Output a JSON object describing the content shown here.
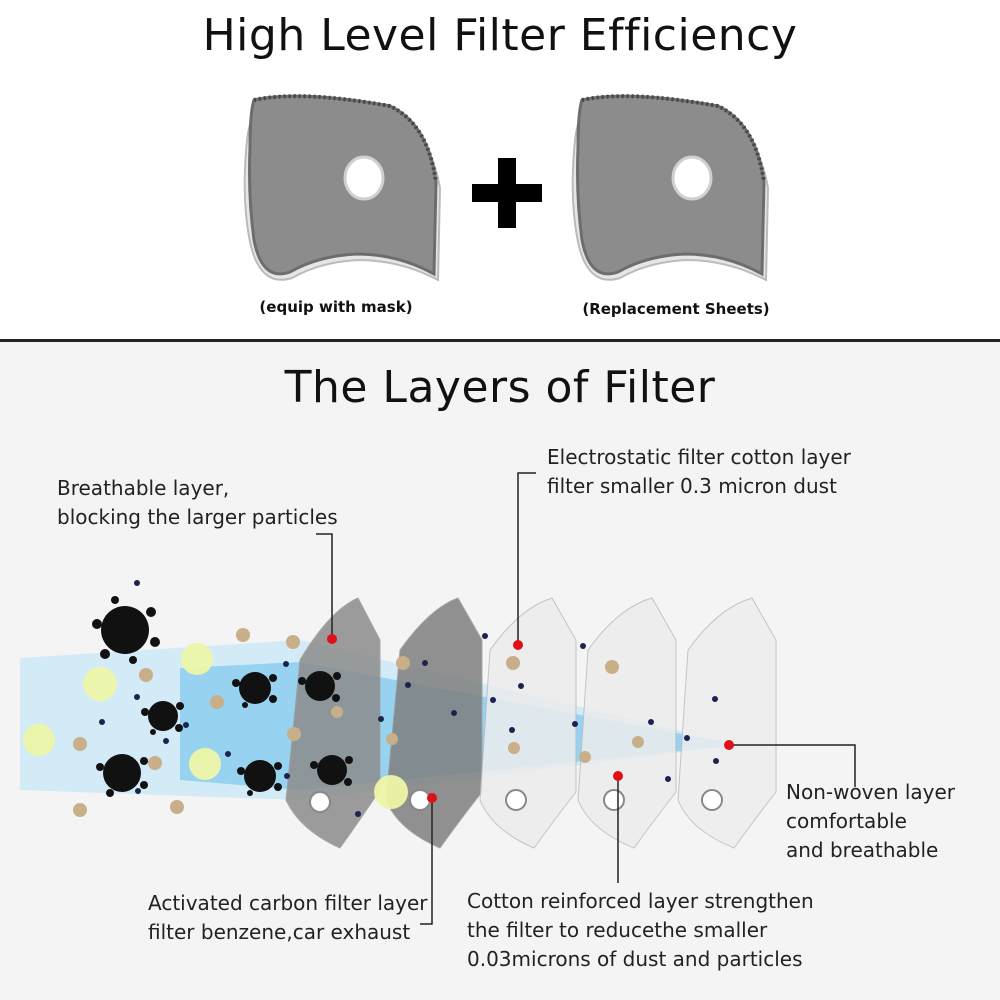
{
  "header": {
    "title": "High Level Filter Efficiency",
    "caption_left": "(equip with mask)",
    "caption_right": "(Replacement  Sheets)"
  },
  "layers": {
    "title": "The Layers of Filter",
    "breathable": [
      "Breathable layer,",
      "blocking the larger particles"
    ],
    "electrostatic": [
      "Electrostatic filter cotton layer",
      "filter smaller 0.3 micron dust"
    ],
    "nonwoven": [
      "Non-woven layer",
      "comfortable",
      "and breathable"
    ],
    "carbon": [
      "Activated carbon filter layer",
      "filter benzene,car exhaust"
    ],
    "cotton": [
      "Cotton reinforced layer strengthen",
      "the filter to reducethe smaller",
      "0.03microns of dust and particles"
    ]
  },
  "colors": {
    "filter_gray": "#8c8c8c",
    "flow_blue": "#8ccff0",
    "marker_red": "#e0101a",
    "virus_black": "#111111"
  },
  "icons": [
    "filter-pad-icon",
    "plus-icon",
    "virus-icon",
    "particle-dot-icon"
  ]
}
